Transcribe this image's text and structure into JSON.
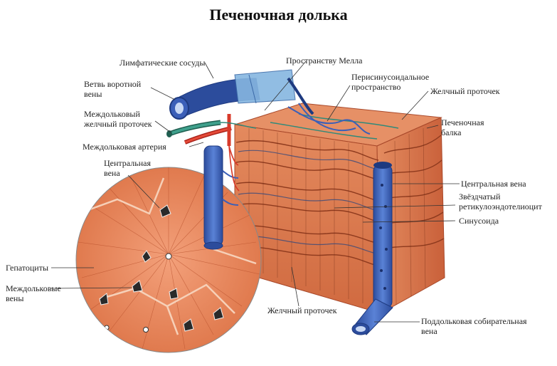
{
  "title": "Печеночная долька",
  "colors": {
    "tissue": "#e07a4e",
    "tissue_dark": "#b8502c",
    "vein_blue": "#3b5fb8",
    "artery_red": "#d83a2a",
    "bile_green": "#2f8a7a",
    "lymph_light": "#86b6e0"
  },
  "labels": {
    "lymph": "Лимфатические сосуды",
    "mall": "Пространству Мелла",
    "perisin_1": "Перисинусоидальное",
    "perisin_2": "пространство",
    "portal_1": "Ветвь воротной",
    "portal_2": "вены",
    "bile_duct_top": "Желчный проточек",
    "interlob_bile_1": "Междольковый",
    "interlob_bile_2": "желчный проточек",
    "beam_1": "Печеночная",
    "beam_2": "балка",
    "artery": "Междольковая артерия",
    "central_left_1": "Центральная",
    "central_left_2": "вена",
    "central_right": "Центральная вена",
    "stellate_1": "Звёздчатый",
    "stellate_2": "ретикулоэндотелиоцит",
    "sinusoid": "Синусоида",
    "hepatocytes": "Гепатоциты",
    "interlob_veins_1": "Междольковые",
    "interlob_veins_2": "вены",
    "bile_duct_bottom": "Желчный проточек",
    "sublob_1": "Поддольковая собирательная",
    "sublob_2": "вена"
  }
}
